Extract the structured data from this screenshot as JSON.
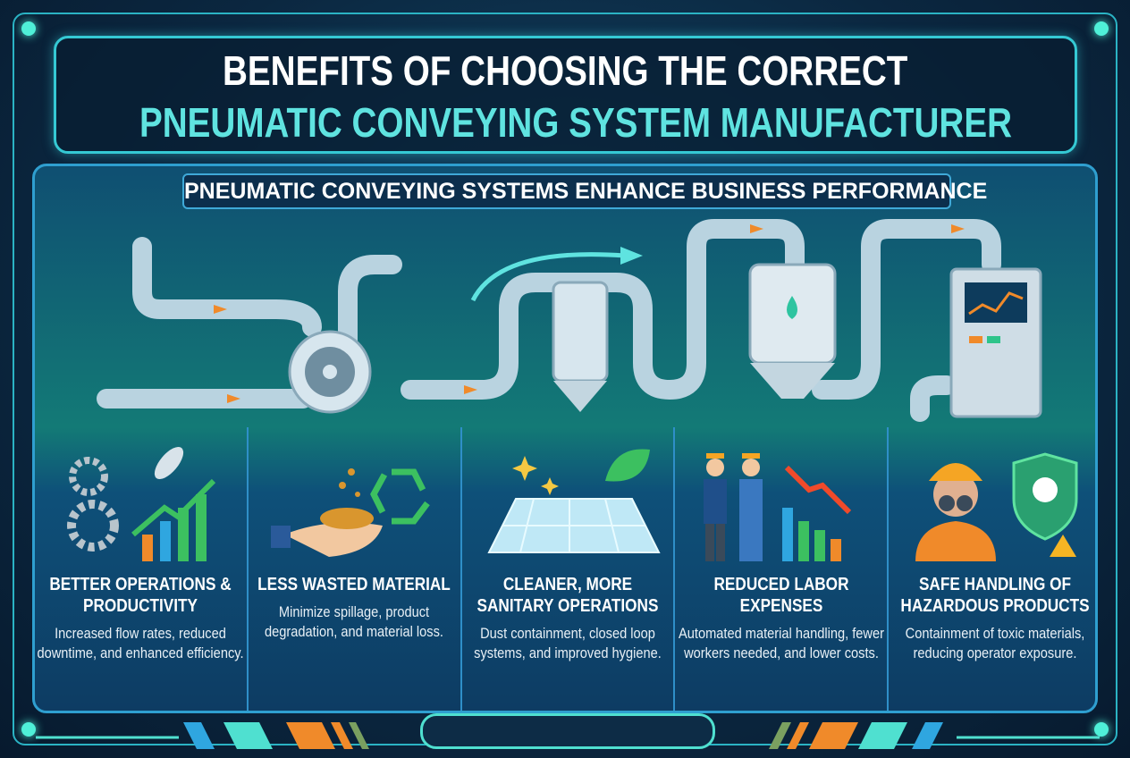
{
  "title": {
    "line1": "BENEFITS OF CHOOSING THE CORRECT",
    "line2": "PNEUMATIC CONVEYING SYSTEM MANUFACTURER"
  },
  "subtitle": "PNEUMATIC CONVEYING SYSTEMS ENHANCE BUSINESS PERFORMANCE",
  "benefits": [
    {
      "icon": "gears-rocket-growth-chart",
      "heading": "BETTER OPERATIONS & PRODUCTIVITY",
      "text": "Increased flow rates, reduced downtime, and enhanced efficiency."
    },
    {
      "icon": "hand-material-recycle",
      "heading": "LESS WASTED MATERIAL",
      "text": "Minimize spillage, product degradation, and material loss."
    },
    {
      "icon": "clean-floor-leaf",
      "heading": "CLEANER, MORE SANITARY OPERATIONS",
      "text": "Dust containment, closed loop systems, and improved hygiene."
    },
    {
      "icon": "workers-declining-chart",
      "heading": "REDUCED LABOR EXPENSES",
      "text": "Automated material handling, fewer workers needed, and lower costs."
    },
    {
      "icon": "hazmat-worker-skull-shield",
      "heading": "SAFE HANDLING OF HAZARDOUS PRODUCTS",
      "text": "Containment of toxic materials, reducing operator exposure."
    }
  ],
  "colors": {
    "accent": "#5fe3e0",
    "orange": "#f08a2a",
    "frame": "#2bb3c4"
  }
}
